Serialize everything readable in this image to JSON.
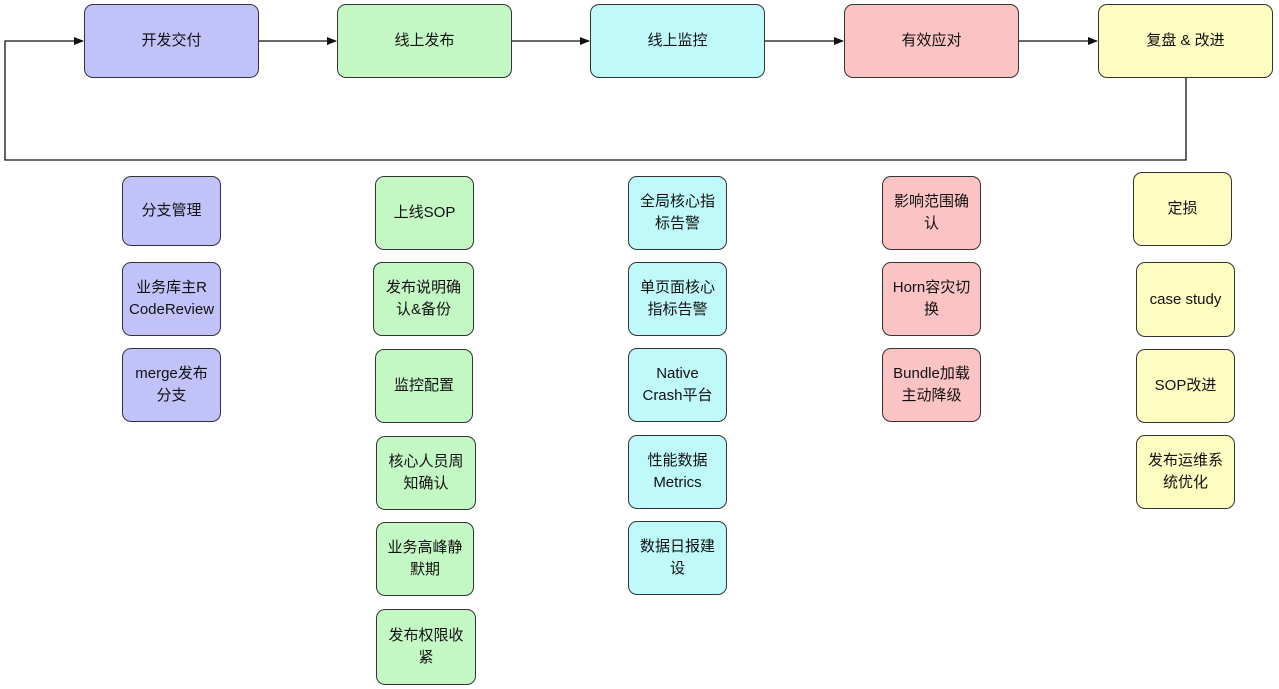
{
  "stages": [
    {
      "label": "开发交付"
    },
    {
      "label": "线上发布"
    },
    {
      "label": "线上监控"
    },
    {
      "label": "有效应对"
    },
    {
      "label": "复盘 & 改进"
    }
  ],
  "columns": {
    "dev": [
      {
        "lines": [
          "分支管理"
        ]
      },
      {
        "lines": [
          "业务库主R",
          "CodeReview"
        ]
      },
      {
        "lines": [
          "merge发布",
          "分支"
        ]
      }
    ],
    "release": [
      {
        "lines": [
          "上线SOP"
        ]
      },
      {
        "lines": [
          "发布说明确",
          "认&备份"
        ]
      },
      {
        "lines": [
          "监控配置"
        ]
      },
      {
        "lines": [
          "核心人员周",
          "知确认"
        ]
      },
      {
        "lines": [
          "业务高峰静",
          "默期"
        ]
      },
      {
        "lines": [
          "发布权限收",
          "紧"
        ]
      }
    ],
    "monitor": [
      {
        "lines": [
          "全局核心指",
          "标告警"
        ]
      },
      {
        "lines": [
          "单页面核心",
          "指标告警"
        ]
      },
      {
        "lines": [
          "Native",
          "Crash平台"
        ]
      },
      {
        "lines": [
          "性能数据",
          "Metrics"
        ]
      },
      {
        "lines": [
          "数据日报建",
          "设"
        ]
      }
    ],
    "respond": [
      {
        "lines": [
          "影响范围确",
          "认"
        ]
      },
      {
        "lines": [
          "Horn容灾切",
          "换"
        ]
      },
      {
        "lines": [
          "Bundle加载",
          "主动降级"
        ]
      }
    ],
    "review": [
      {
        "lines": [
          "定损"
        ]
      },
      {
        "lines": [
          "case study"
        ]
      },
      {
        "lines": [
          "SOP改进"
        ]
      },
      {
        "lines": [
          "发布运维系",
          "统优化"
        ]
      }
    ]
  },
  "colors": {
    "purple": "#c2c2fb",
    "green": "#c3f7c3",
    "cyan": "#bff9fa",
    "red": "#fbc3c3",
    "yellow": "#fdfdc1",
    "stroke": "#333333"
  }
}
